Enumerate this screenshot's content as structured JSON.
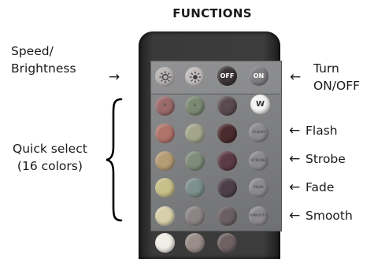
{
  "title": "FUNCTIONS",
  "labels": {
    "speed_line1": "Speed/",
    "speed_line2": "Brightness",
    "turn_line1": "Turn",
    "turn_line2": "ON/OFF",
    "flash": "Flash",
    "strobe": "Strobe",
    "fade": "Fade",
    "smooth": "Smooth",
    "quick_line1": "Quick select",
    "quick_line2": "(16 colors)"
  },
  "arrows": {
    "right": "→",
    "left": "←"
  },
  "remote": {
    "row1": {
      "speed_icon": "sun-speed-icon",
      "brightness_icon": "sun-brightness-icon",
      "off": "OFF",
      "on": "ON"
    },
    "row2": {
      "r": "R",
      "g": "G",
      "b": "B",
      "w": "W"
    },
    "mode_buttons": {
      "flash": "FLASH",
      "strobe": "STROBE",
      "fade": "FADE",
      "smooth": "SMOOTH"
    },
    "colors": {
      "r": "#9a6a6a",
      "g": "#7c8a73",
      "b": "#5a4a50",
      "w": "#f4f4f4",
      "grid": [
        [
          "#b0736a",
          "#a4a68c",
          "#4a2b2e"
        ],
        [
          "#b49c74",
          "#7e8c79",
          "#5b3b45"
        ],
        [
          "#c7c088",
          "#7c8f8a",
          "#4c3f4a"
        ],
        [
          "#d6cfa9",
          "#8c8384",
          "#6a6064"
        ],
        [
          "#f0eee6",
          "#998d89",
          "#6e6163"
        ]
      ],
      "mode": "#8c8a8e",
      "off": "#3c3436",
      "on": "#807d80"
    }
  }
}
